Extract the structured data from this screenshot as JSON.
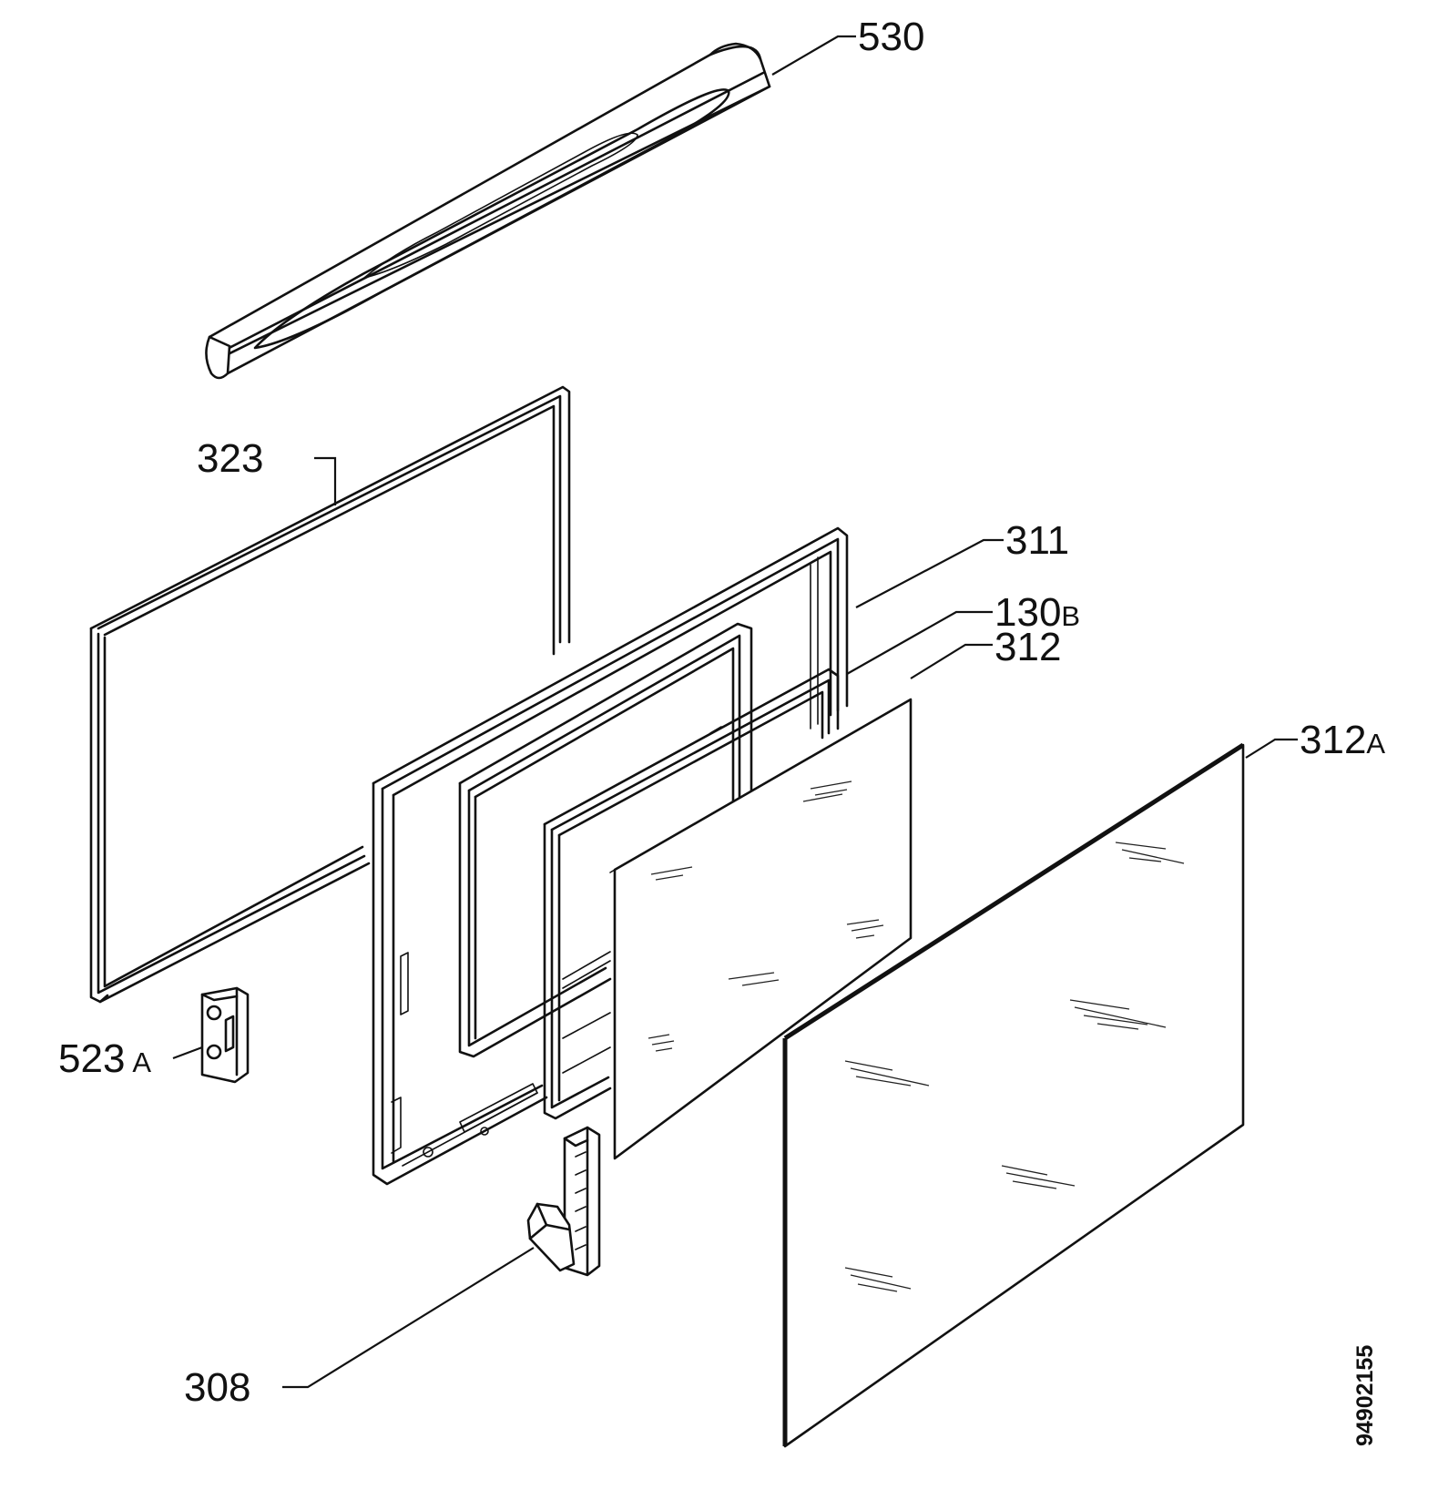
{
  "labels": {
    "p530": "530",
    "p323": "323",
    "p311": "311",
    "p130": "130",
    "p130_suffix": "B",
    "p312": "312",
    "p312a": "312",
    "p312a_suffix": "A",
    "p523a": "523",
    "p523a_suffix": "A",
    "p308": "308"
  },
  "document_number": "94902155"
}
